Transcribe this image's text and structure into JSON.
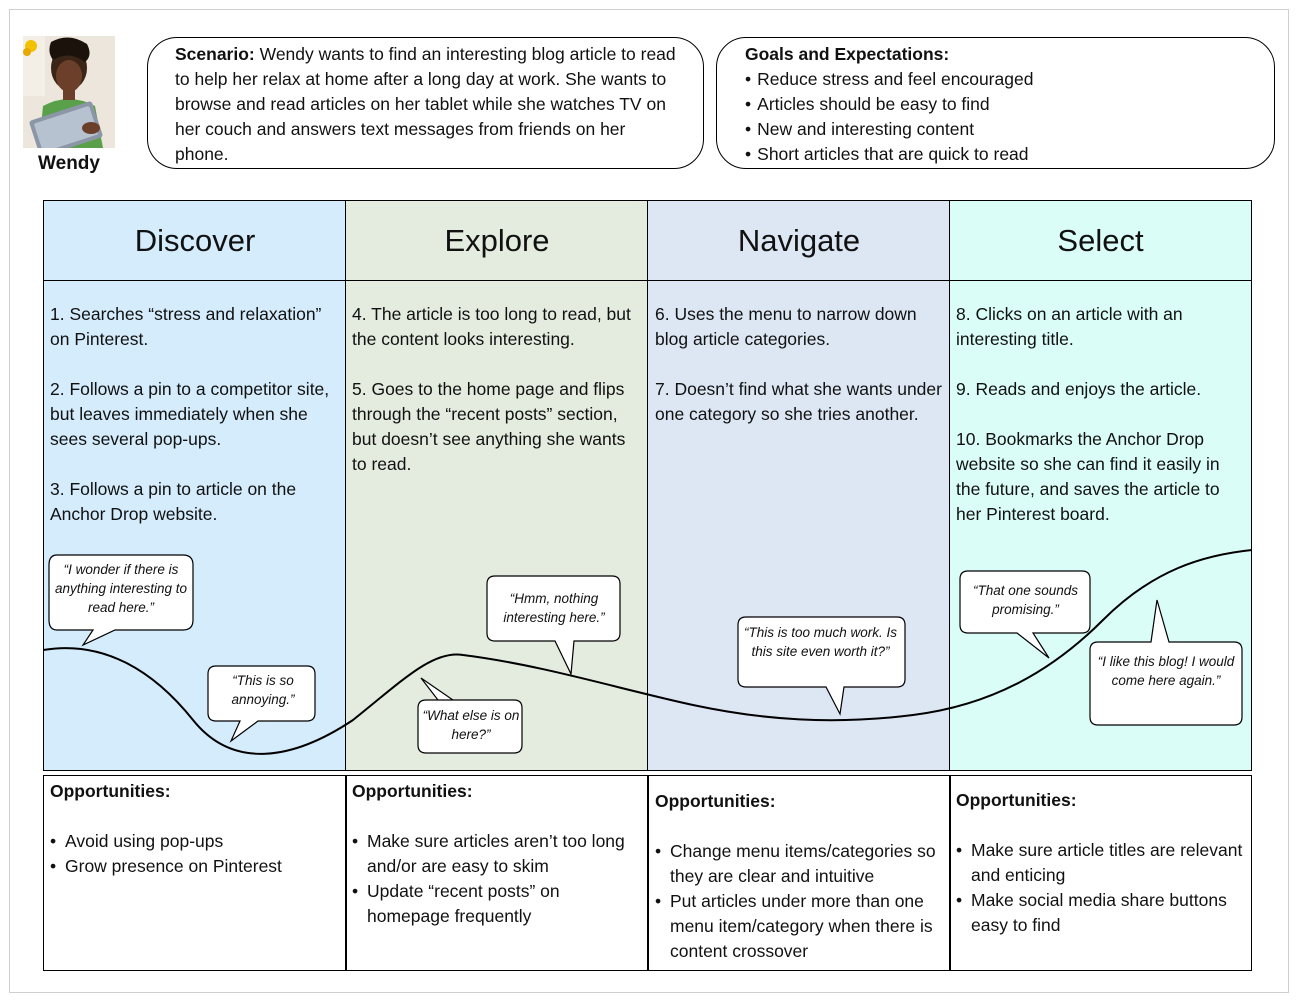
{
  "persona": {
    "name": "Wendy"
  },
  "scenario": {
    "label": "Scenario:",
    "text": "Wendy wants to find an interesting blog article to read to help her relax at home after a long day at work. She wants to browse and read articles on her tablet while she watches TV on her couch and answers text messages from friends on her phone."
  },
  "goals": {
    "label": "Goals and Expectations:",
    "items": [
      "Reduce stress and feel encouraged",
      "Articles should be easy to find",
      "New and interesting content",
      "Short articles that are quick to read"
    ]
  },
  "phases": [
    {
      "title": "Discover",
      "color": "#d4ecfc",
      "steps": [
        "1. Searches “stress and relaxation” on Pinterest.",
        "2. Follows a pin to a competitor site, but leaves immediately when she sees several pop-ups.",
        "3. Follows a pin to article on the Anchor Drop website."
      ],
      "opportunities_label": "Opportunities:",
      "opportunities": [
        "Avoid using pop-ups",
        "Grow presence on Pinterest"
      ]
    },
    {
      "title": "Explore",
      "color": "#e3ecdf",
      "steps": [
        "4. The article is too long to read, but the content looks interesting.",
        "5. Goes to the home page and flips through the “recent posts” section, but doesn’t see anything she wants to read."
      ],
      "opportunities_label": "Opportunities:",
      "opportunities": [
        "Make sure articles aren’t too long and/or are easy to skim",
        "Update “recent posts” on homepage frequently"
      ]
    },
    {
      "title": "Navigate",
      "color": "#dde7f4",
      "steps": [
        "6. Uses the menu to narrow down blog article categories.",
        "7. Doesn’t find what she wants under one category so she tries another."
      ],
      "opportunities_label": "Opportunities:",
      "opportunities": [
        "Change menu items/categories so they are clear and intuitive",
        "Put articles under more than one menu item/category when there is content crossover"
      ]
    },
    {
      "title": "Select",
      "color": "#dafdf8",
      "steps": [
        "8. Clicks on an article with an interesting title.",
        "9. Reads and enjoys the article.",
        "10. Bookmarks the Anchor Drop website so she can find it easily in the future, and saves the article to her Pinterest board."
      ],
      "opportunities_label": "Opportunities:",
      "opportunities": [
        "Make sure article titles are relevant and enticing",
        "Make social media share buttons easy to find"
      ]
    }
  ],
  "quotes": [
    "“I wonder if there is anything interesting to read here.”",
    "“This is so annoying.”",
    "“What else is on here?”",
    "“Hmm, nothing interesting here.”",
    "“This is too much work. Is this site even worth it?”",
    "“That one sounds promising.”",
    "“I like this blog! I would come here again.”"
  ]
}
